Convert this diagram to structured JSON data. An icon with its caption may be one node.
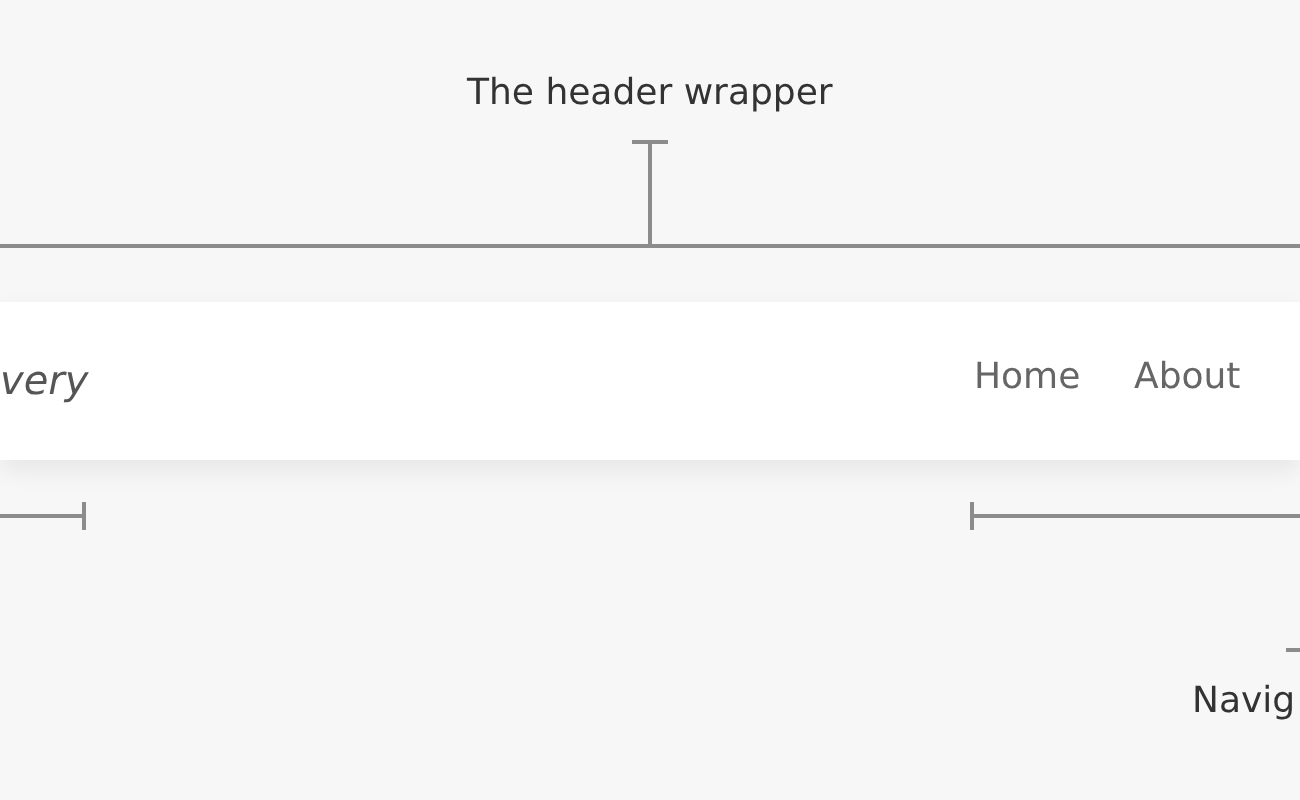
{
  "diagram": {
    "nodes": [
      {
        "text": [
          "very",
          "Home",
          "About"
        ]
      }
    ],
    "labels": [
      "The header wrapper",
      "Navig"
    ]
  }
}
